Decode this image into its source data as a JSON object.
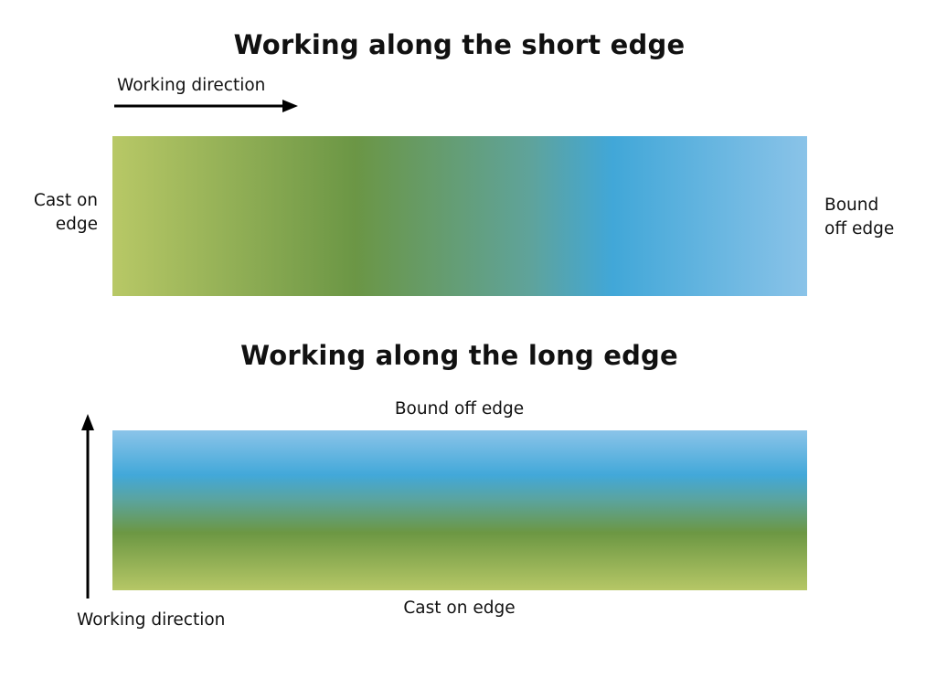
{
  "short_edge": {
    "title": "Working along the short edge",
    "working_direction": "Working direction",
    "cast_on": "Cast on\nedge",
    "bound_off": "Bound\noff edge",
    "gradient_start": "#b8c866",
    "gradient_end": "#8ac3e8"
  },
  "long_edge": {
    "title": "Working along the long edge",
    "working_direction": "Working direction",
    "cast_on": "Cast on edge",
    "bound_off": "Bound off edge",
    "gradient_start": "#b6c766",
    "gradient_end": "#8bc4e9"
  },
  "colors": {
    "text": "#111111",
    "arrow": "#000000",
    "green": "#6b9645",
    "blue": "#41a7d8"
  }
}
